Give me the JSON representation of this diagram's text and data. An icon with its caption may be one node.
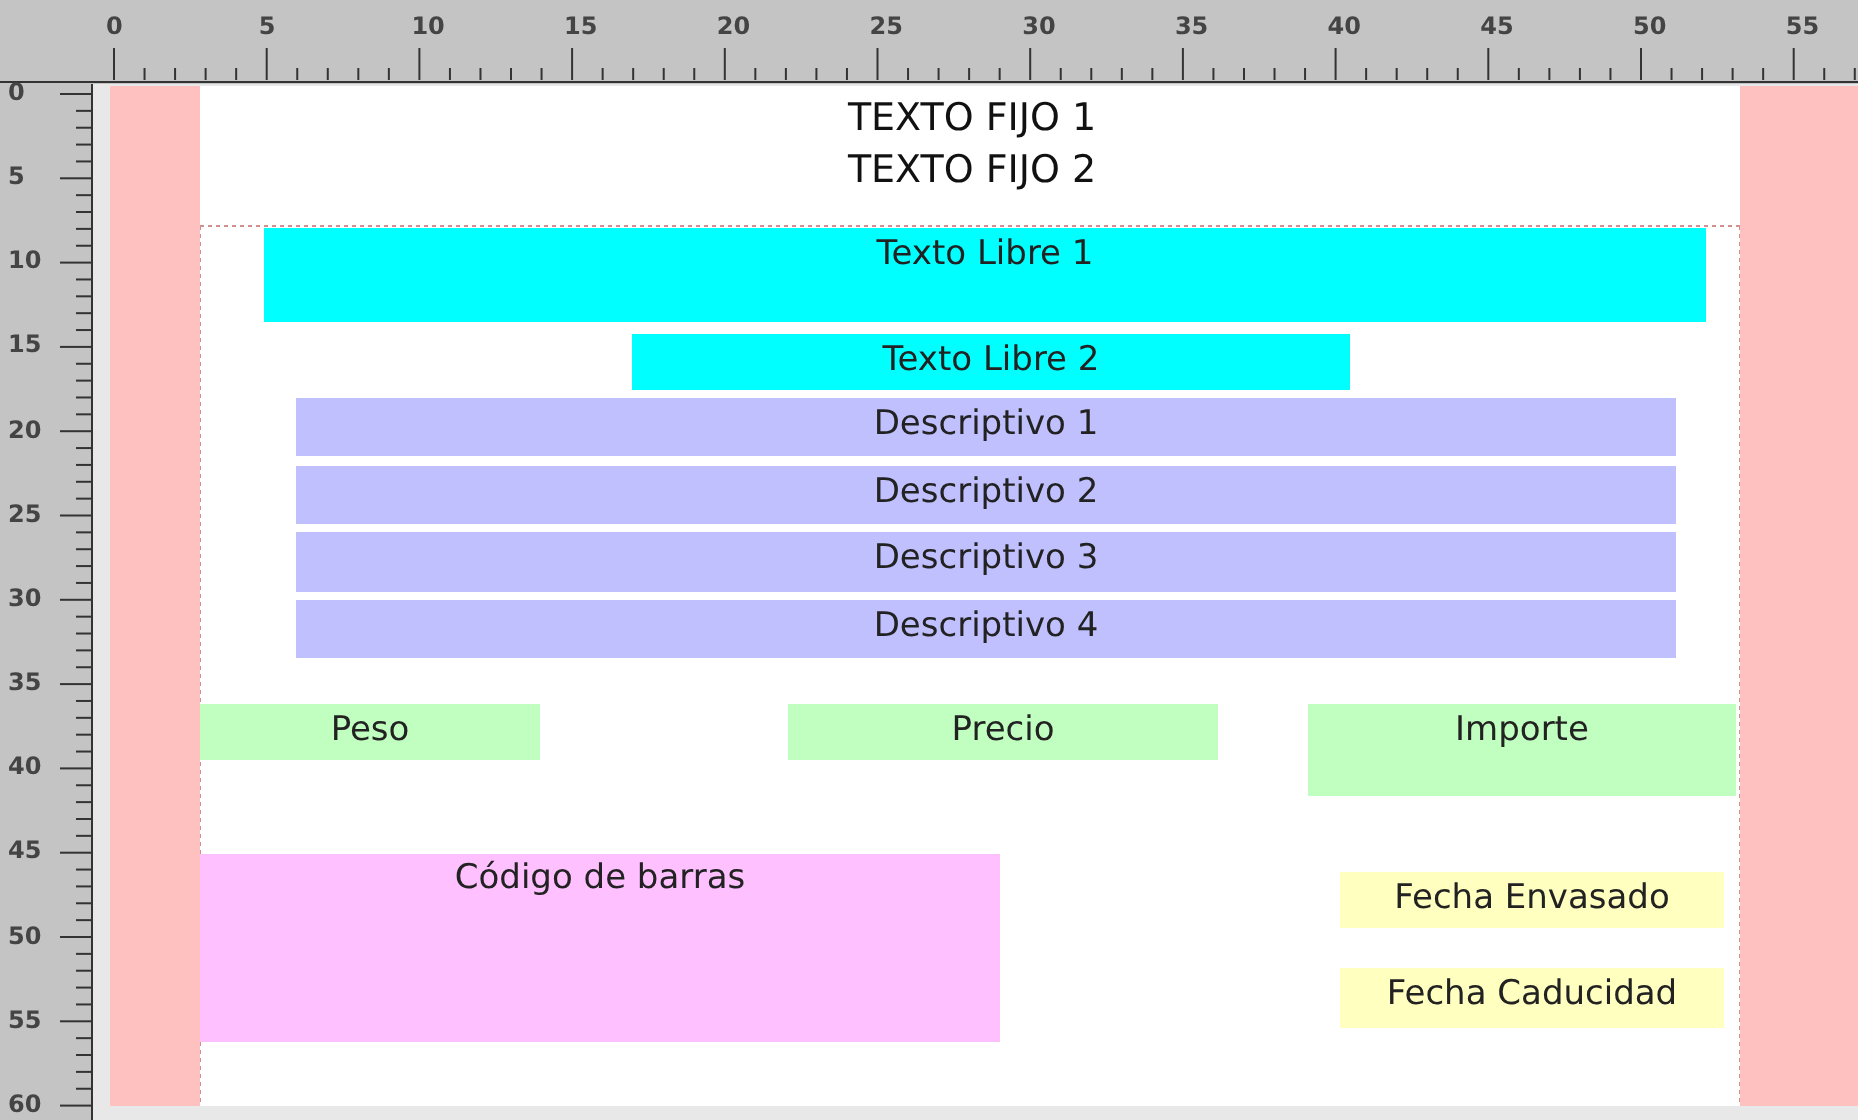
{
  "diagram": {
    "nodes": [
      {
        "text": [
          "Texto Libre 1"
        ]
      },
      {
        "text": [
          "Texto Libre 2"
        ]
      },
      {
        "text": [
          "Descriptivo 1"
        ]
      },
      {
        "text": [
          "Descriptivo 2"
        ]
      },
      {
        "text": [
          "Descriptivo 3"
        ]
      },
      {
        "text": [
          "Descriptivo 4"
        ]
      },
      {
        "text": [
          "Peso"
        ]
      },
      {
        "text": [
          "Precio"
        ]
      },
      {
        "text": [
          "Importe"
        ]
      },
      {
        "text": [
          "Código de barras"
        ]
      },
      {
        "text": [
          "Fecha Envasado"
        ]
      },
      {
        "text": [
          "Fecha Caducidad"
        ]
      },
      {
        "text": [],
        "shape": "bar"
      },
      {
        "text": [],
        "shape": "bar"
      }
    ],
    "labels": [
      "0",
      "5",
      "10",
      "15",
      "20",
      "25",
      "30",
      "35",
      "40",
      "45",
      "50",
      "55",
      "0",
      "5",
      "10",
      "15",
      "20",
      "25",
      "30",
      "35",
      "40",
      "45",
      "50",
      "55",
      "60",
      "TEXTO FIJO 1",
      "TEXTO FIJO 2"
    ]
  }
}
